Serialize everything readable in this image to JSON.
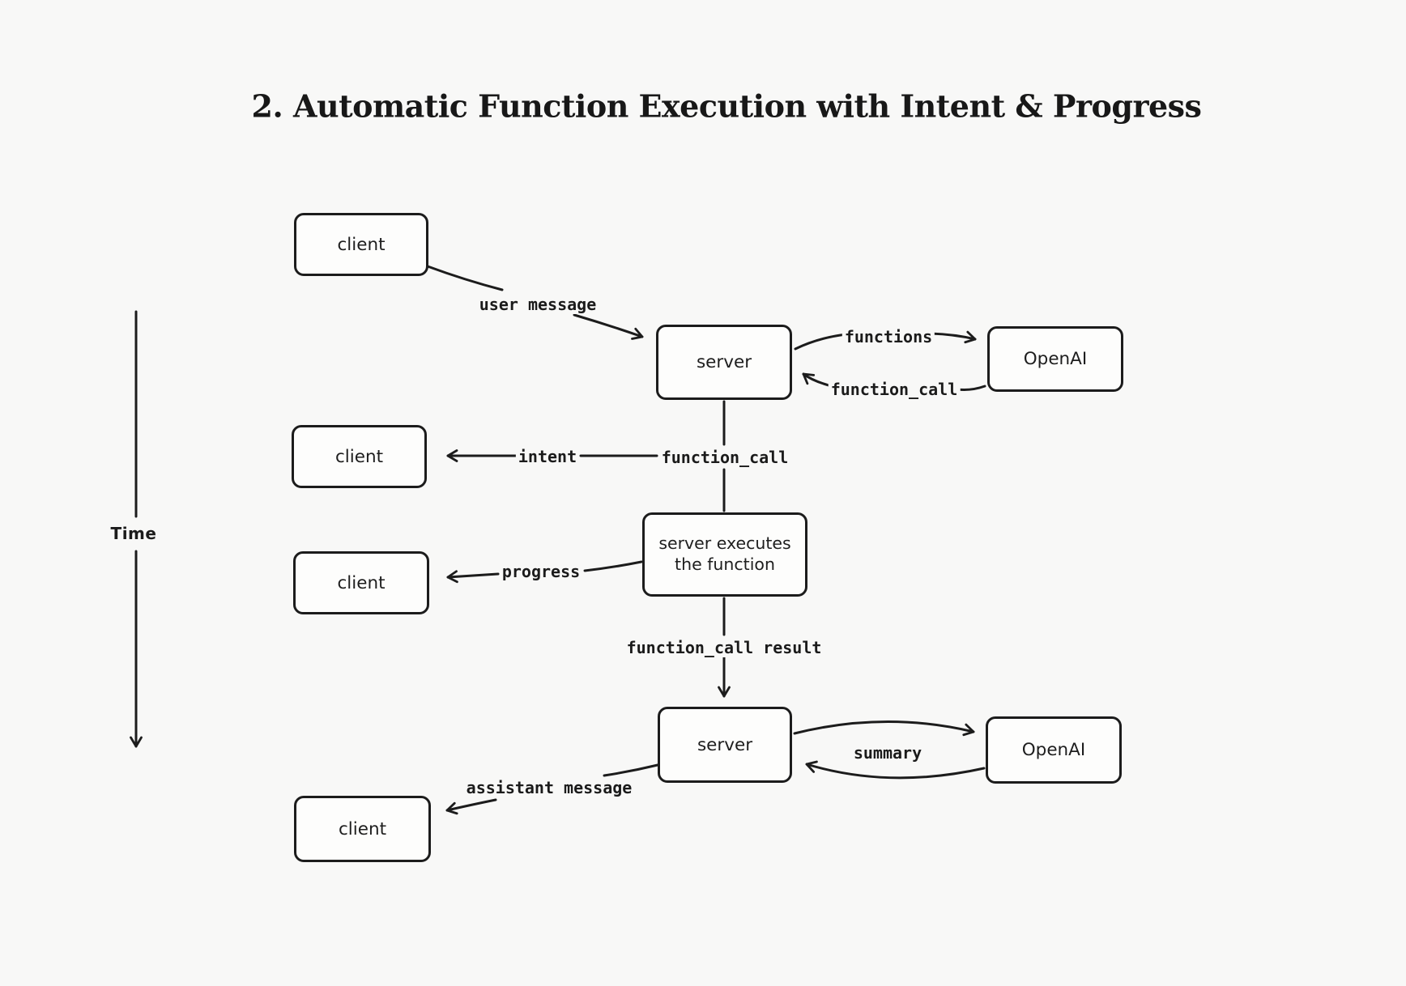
{
  "title": "2. Automatic Function Execution with Intent & Progress",
  "time_axis": {
    "label": "Time"
  },
  "nodes": {
    "client1": {
      "label": "client"
    },
    "server1": {
      "label": "server"
    },
    "openai1": {
      "label": "OpenAI"
    },
    "client2": {
      "label": "client"
    },
    "exec": {
      "label": "server executes\nthe function"
    },
    "client3": {
      "label": "client"
    },
    "server2": {
      "label": "server"
    },
    "openai2": {
      "label": "OpenAI"
    },
    "client4": {
      "label": "client"
    }
  },
  "edges": {
    "user_message": {
      "label": "user message"
    },
    "functions": {
      "label": "functions"
    },
    "function_call_return": {
      "label": "function_call"
    },
    "intent": {
      "label": "intent"
    },
    "function_call_down": {
      "label": "function_call"
    },
    "progress": {
      "label": "progress"
    },
    "function_call_result": {
      "label": "function_call result"
    },
    "summary": {
      "label": "summary"
    },
    "assistant_message": {
      "label": "assistant message"
    }
  },
  "colors": {
    "background": "#f8f8f7",
    "stroke": "#1c1c1c",
    "node_fill": "#fdfdfc",
    "text": "#1e1e1e"
  }
}
